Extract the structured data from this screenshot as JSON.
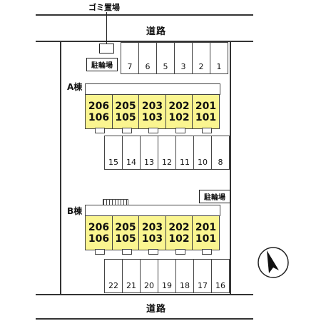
{
  "labels": {
    "garbage": "ゴミ置場",
    "road_top": "道路",
    "road_bottom": "道路",
    "bike_top": "駐輪場",
    "bike_bottom": "駐輪場",
    "building_a": "A棟",
    "building_b": "B棟"
  },
  "colors": {
    "unit_fill": "#faf590",
    "line": "#333333"
  },
  "building_a_units": [
    {
      "upper": "206",
      "lower": "106"
    },
    {
      "upper": "205",
      "lower": "105"
    },
    {
      "upper": "203",
      "lower": "103"
    },
    {
      "upper": "202",
      "lower": "102"
    },
    {
      "upper": "201",
      "lower": "101"
    }
  ],
  "building_b_units": [
    {
      "upper": "206",
      "lower": "106"
    },
    {
      "upper": "205",
      "lower": "105"
    },
    {
      "upper": "203",
      "lower": "103"
    },
    {
      "upper": "202",
      "lower": "102"
    },
    {
      "upper": "201",
      "lower": "101"
    }
  ],
  "parking_top": [
    "7",
    "6",
    "5",
    "3",
    "2",
    "1"
  ],
  "parking_middle": [
    "15",
    "14",
    "13",
    "12",
    "11",
    "10",
    "8"
  ],
  "parking_bottom": [
    "22",
    "21",
    "20",
    "19",
    "18",
    "17",
    "16"
  ],
  "compass_icon": "north-arrow-icon"
}
